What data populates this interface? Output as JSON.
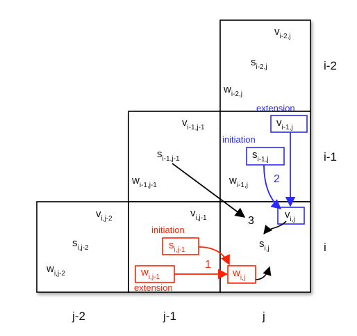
{
  "colors": {
    "red": "#ff2200",
    "blue": "#2a2aff",
    "black": "#000000"
  },
  "row_labels": [
    "i-2",
    "i-1",
    "i"
  ],
  "col_labels": [
    "j-2",
    "j-1",
    "j"
  ],
  "cells": {
    "r0c2": {
      "v": {
        "base": "v",
        "sub": "i-2,j"
      },
      "s": {
        "base": "s",
        "sub": "i-2,j"
      },
      "w": {
        "base": "w",
        "sub": "i-2,j"
      }
    },
    "r1c1": {
      "v": {
        "base": "v",
        "sub": "i-1,j-1"
      },
      "s": {
        "base": "s",
        "sub": "i-1,j-1"
      },
      "w": {
        "base": "w",
        "sub": "i-1,j-1"
      }
    },
    "r1c2": {
      "v": {
        "base": "v",
        "sub": "i-1,j"
      },
      "s": {
        "base": "s",
        "sub": "i-1,j"
      },
      "w": {
        "base": "w",
        "sub": "i-1,j"
      }
    },
    "r2c0": {
      "v": {
        "base": "v",
        "sub": "i,j-2"
      },
      "s": {
        "base": "s",
        "sub": "i,j-2"
      },
      "w": {
        "base": "w",
        "sub": "i,j-2"
      }
    },
    "r2c1": {
      "v": {
        "base": "v",
        "sub": "i,j-1"
      },
      "s": {
        "base": "s",
        "sub": "i,j-1"
      },
      "w": {
        "base": "w",
        "sub": "i,j-1"
      }
    },
    "r2c2": {
      "v": {
        "base": "v",
        "sub": "i,j"
      },
      "s": {
        "base": "s",
        "sub": "i,j"
      },
      "w": {
        "base": "w",
        "sub": "i,j"
      }
    }
  },
  "annotations": {
    "blue_extension": "extension",
    "blue_initiation": "initiation",
    "red_initiation": "initiation",
    "red_extension": "extension",
    "num_1": "1",
    "num_2": "2",
    "num_3": "3"
  }
}
